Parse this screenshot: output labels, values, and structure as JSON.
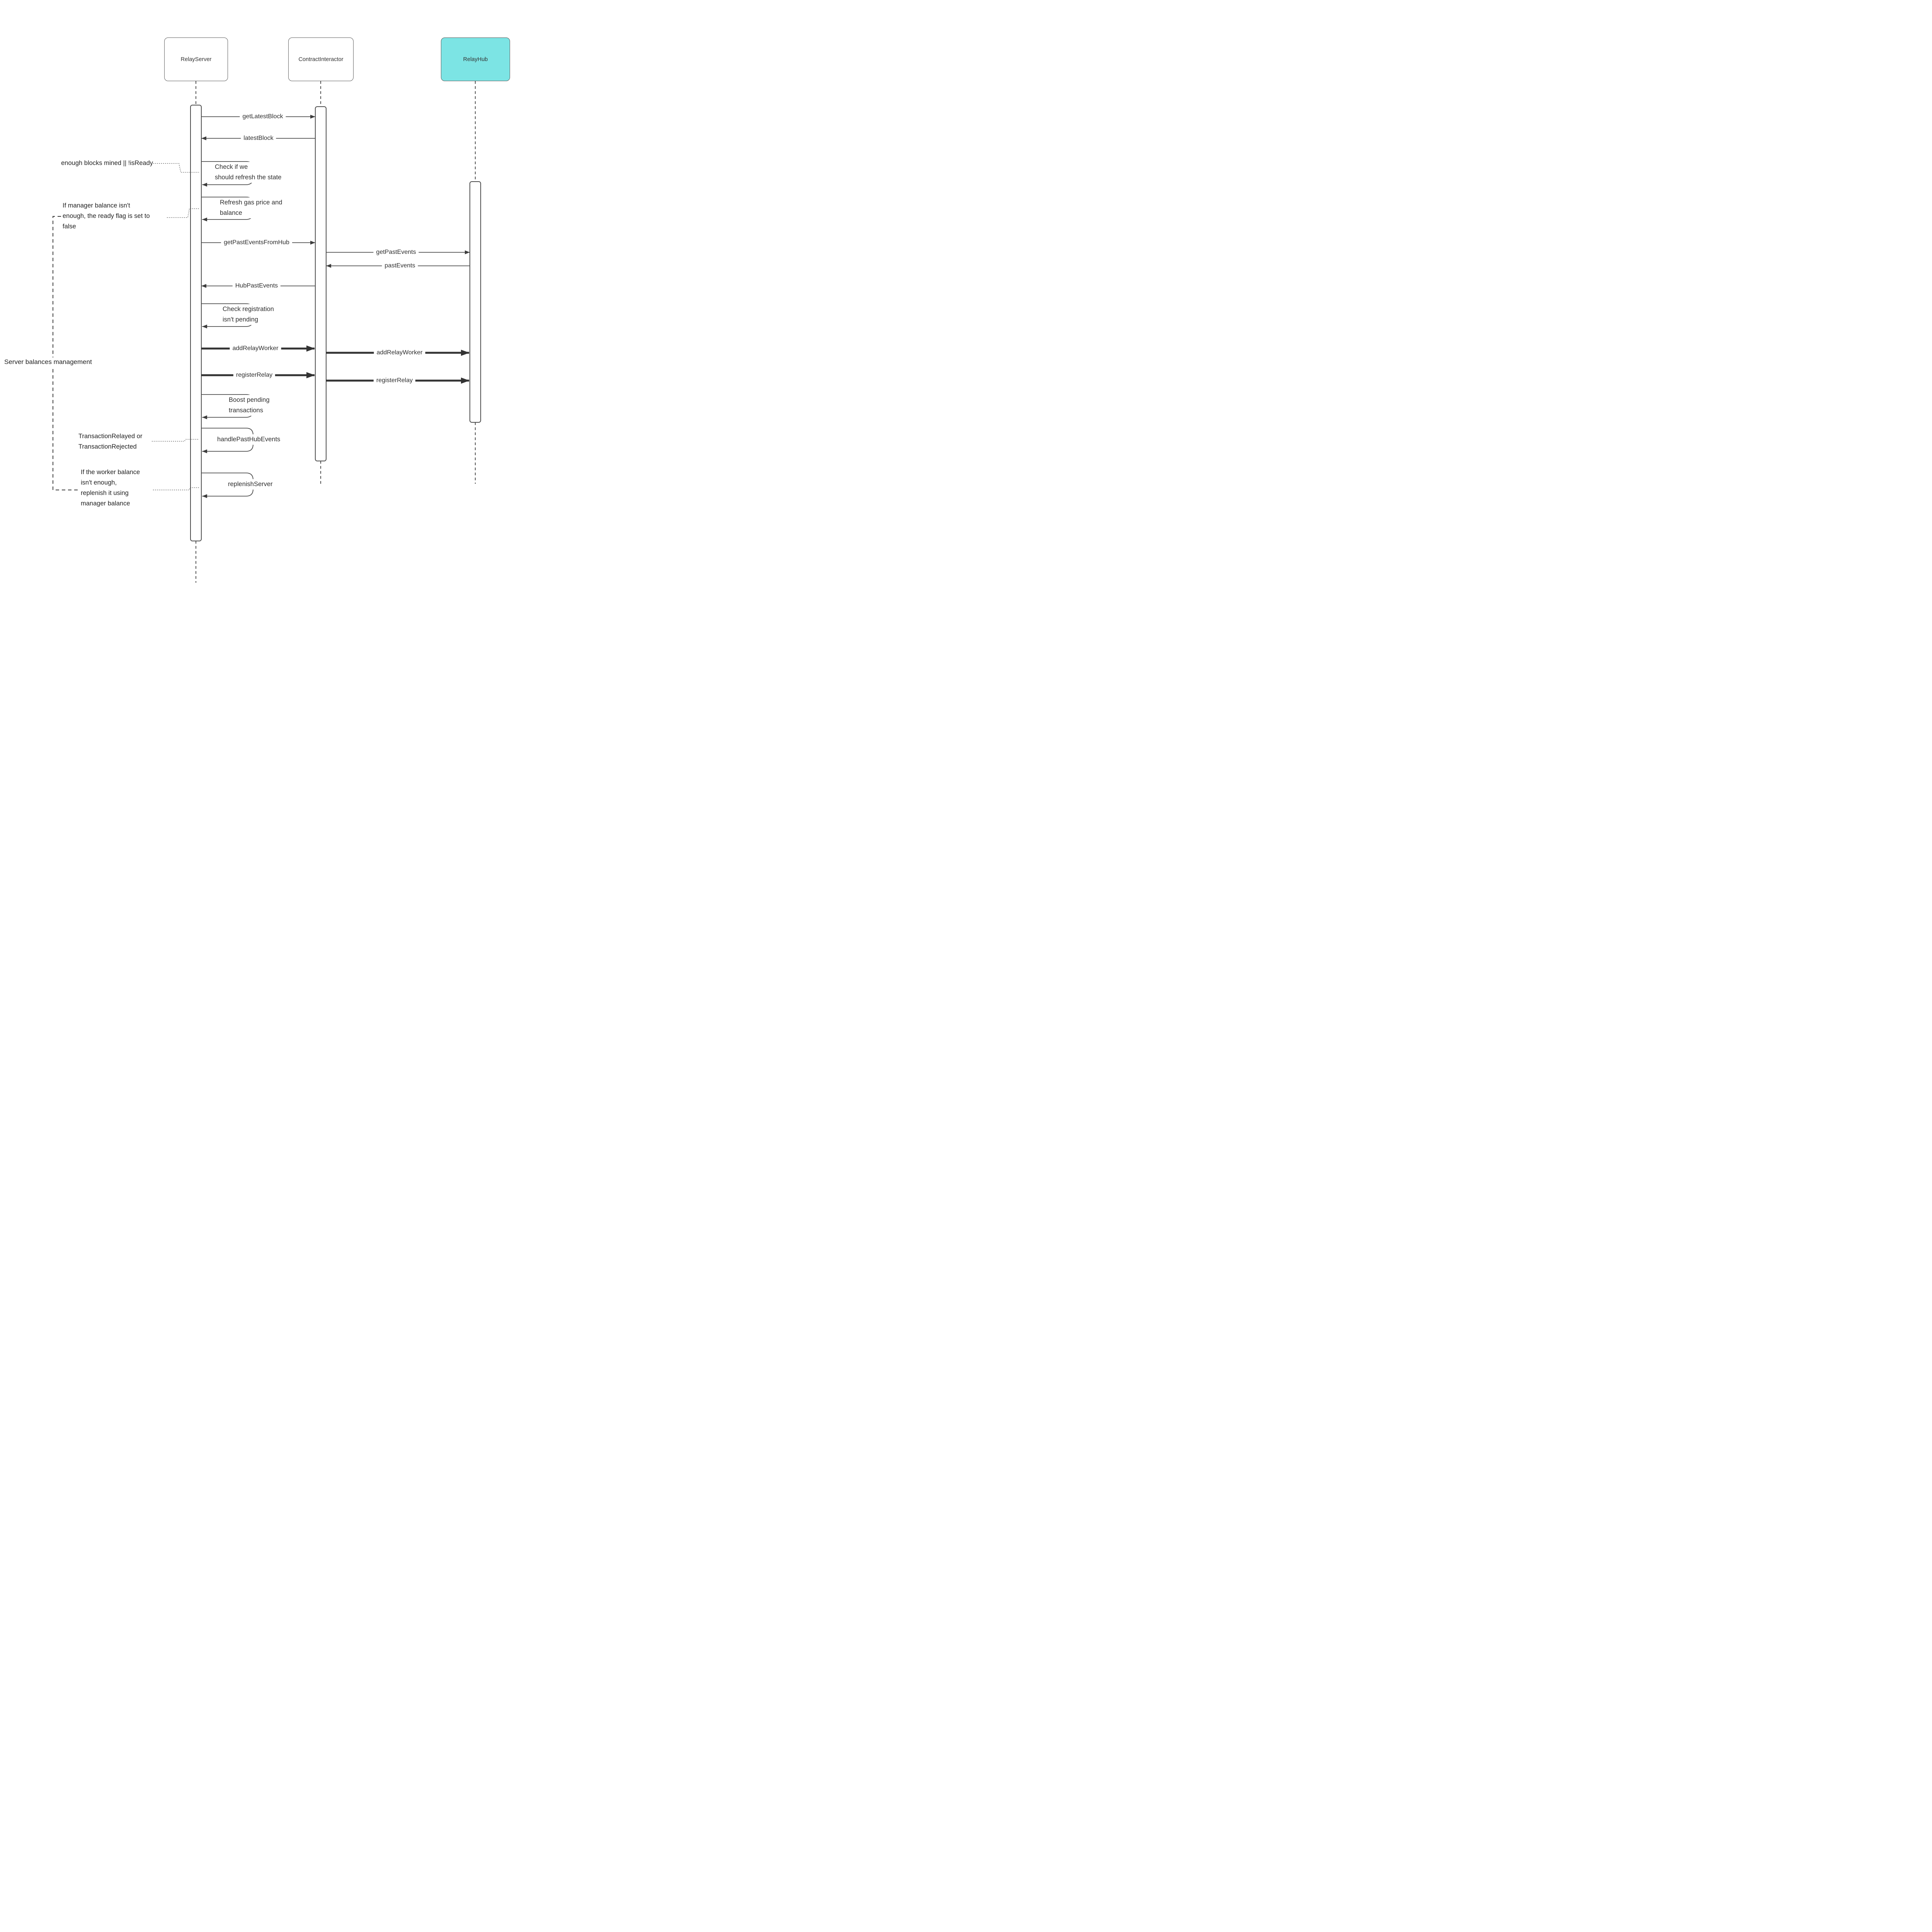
{
  "diagram": {
    "participants": [
      {
        "id": "relay-server",
        "label": "RelayServer"
      },
      {
        "id": "contract-interactor",
        "label": "ContractInteractor"
      },
      {
        "id": "relay-hub",
        "label": "RelayHub"
      }
    ],
    "messages": {
      "get_latest_block": {
        "label": "getLatestBlock",
        "from": "RelayServer",
        "to": "ContractInteractor",
        "style": "thin"
      },
      "latest_block": {
        "label": "latestBlock",
        "from": "ContractInteractor",
        "to": "RelayServer",
        "style": "thin"
      },
      "get_past_events_from_hub": {
        "label": "getPastEventsFromHub",
        "from": "RelayServer",
        "to": "ContractInteractor",
        "style": "thin"
      },
      "get_past_events": {
        "label": "getPastEvents",
        "from": "ContractInteractor",
        "to": "RelayHub",
        "style": "thin"
      },
      "past_events": {
        "label": "pastEvents",
        "from": "RelayHub",
        "to": "ContractInteractor",
        "style": "thin"
      },
      "hub_past_events": {
        "label": "HubPastEvents",
        "from": "ContractInteractor",
        "to": "RelayServer",
        "style": "thin"
      },
      "add_relay_worker_1": {
        "label": "addRelayWorker",
        "from": "RelayServer",
        "to": "ContractInteractor",
        "style": "bold"
      },
      "add_relay_worker_2": {
        "label": "addRelayWorker",
        "from": "ContractInteractor",
        "to": "RelayHub",
        "style": "bold"
      },
      "register_relay_1": {
        "label": "registerRelay",
        "from": "RelayServer",
        "to": "ContractInteractor",
        "style": "bold"
      },
      "register_relay_2": {
        "label": "registerRelay",
        "from": "ContractInteractor",
        "to": "RelayHub",
        "style": "bold"
      }
    },
    "self_messages": {
      "check_refresh": {
        "lines": [
          "Check if we",
          "should refresh the state"
        ]
      },
      "refresh_gas": {
        "lines": [
          "Refresh gas price and",
          "balance"
        ]
      },
      "check_registration": {
        "lines": [
          "Check registration",
          "isn't pending"
        ]
      },
      "boost_pending": {
        "lines": [
          "Boost pending",
          "transactions"
        ]
      },
      "handle_past_hub_events": {
        "lines": [
          "handlePastHubEvents"
        ]
      },
      "replenish_server": {
        "lines": [
          "replenishServer"
        ]
      }
    },
    "notes": {
      "refresh_condition": {
        "lines": [
          "enough blocks mined || !isReady"
        ]
      },
      "manager_balance": {
        "lines": [
          "If manager balance isn't",
          "enough, the ready flag is set to",
          "false"
        ]
      },
      "tx_events": {
        "lines": [
          "TransactionRelayed or",
          "TransactionRejected"
        ]
      },
      "worker_balance": {
        "lines": [
          "If the worker balance",
          "isn't enough,",
          "replenish it using",
          "manager balance"
        ]
      }
    },
    "group_label": "Server balances management",
    "colors": {
      "relay_hub_fill": "#7ce4e4",
      "line": "#4d4d4d",
      "text": "#2e2e2e"
    }
  }
}
